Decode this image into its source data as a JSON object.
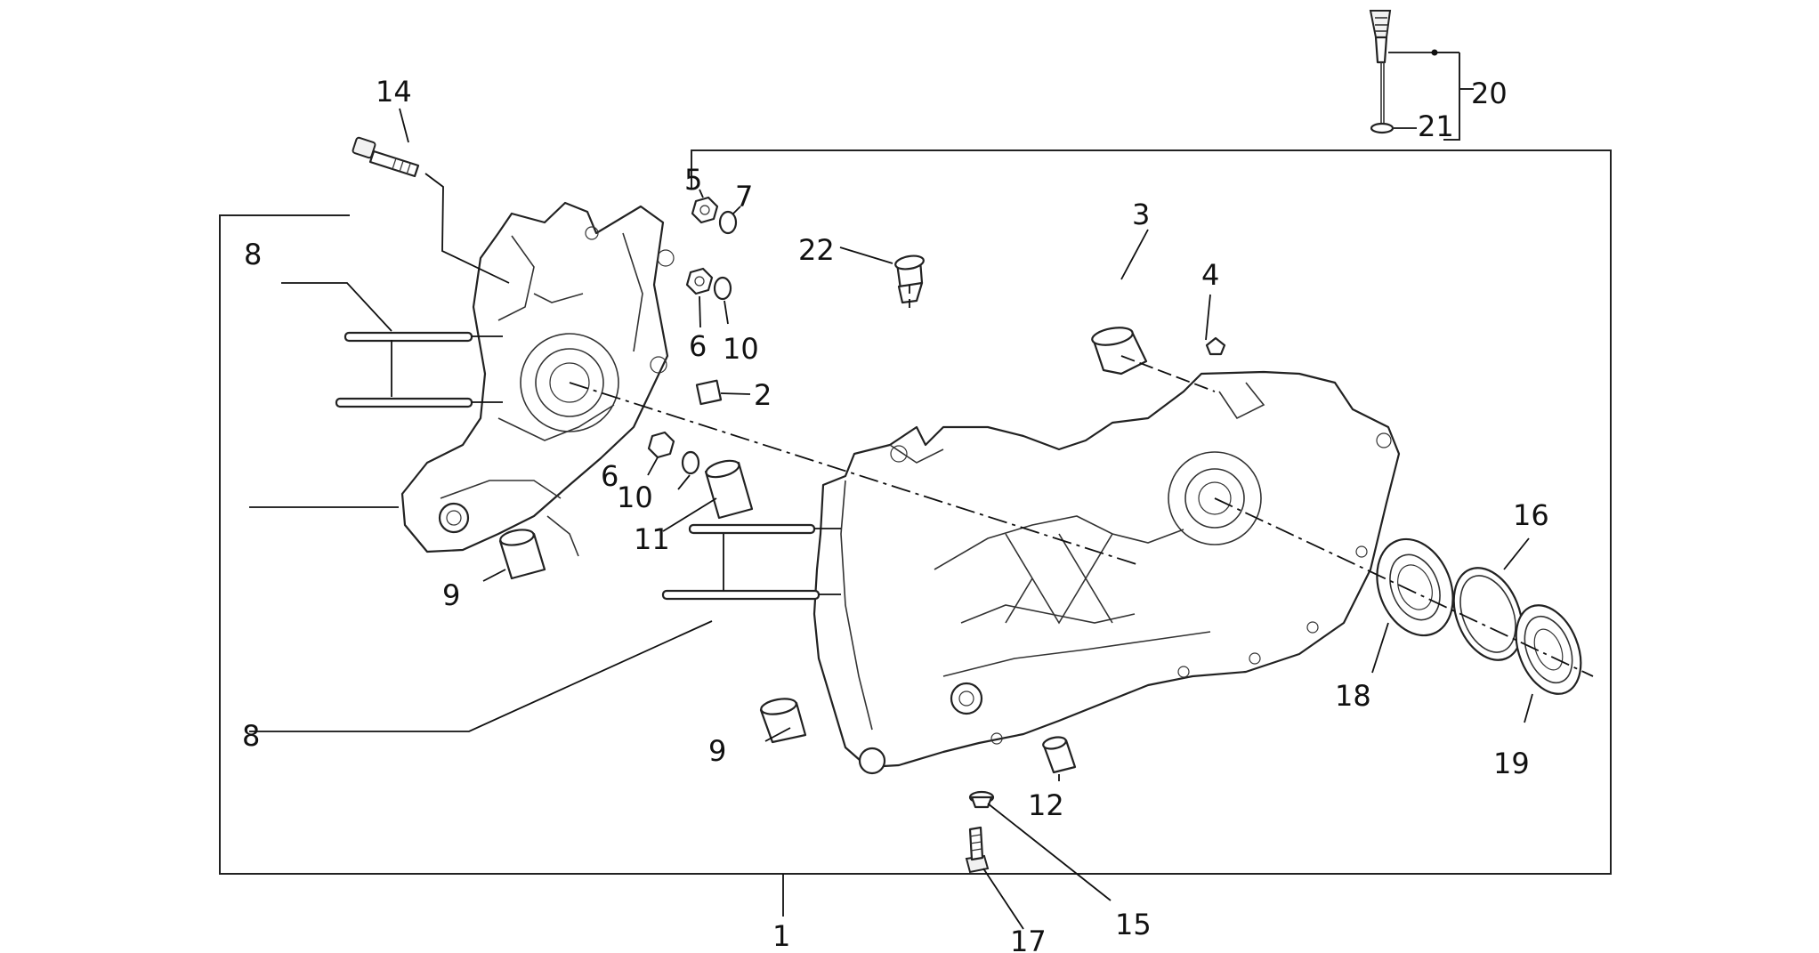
{
  "colors": {
    "ink": "#111111",
    "paper": "#ffffff",
    "shade": "#f1f1f1"
  },
  "callouts": {
    "c1": "1",
    "c2": "2",
    "c3": "3",
    "c4": "4",
    "c5": "5",
    "c6a": "6",
    "c6b": "6",
    "c7": "7",
    "c8a": "8",
    "c8b": "8",
    "c9a": "9",
    "c9b": "9",
    "c10a": "10",
    "c10b": "10",
    "c11": "11",
    "c12": "12",
    "c14": "14",
    "c15": "15",
    "c16": "16",
    "c17": "17",
    "c18": "18",
    "c19": "19",
    "c20": "20",
    "c21": "21",
    "c22": "22"
  }
}
